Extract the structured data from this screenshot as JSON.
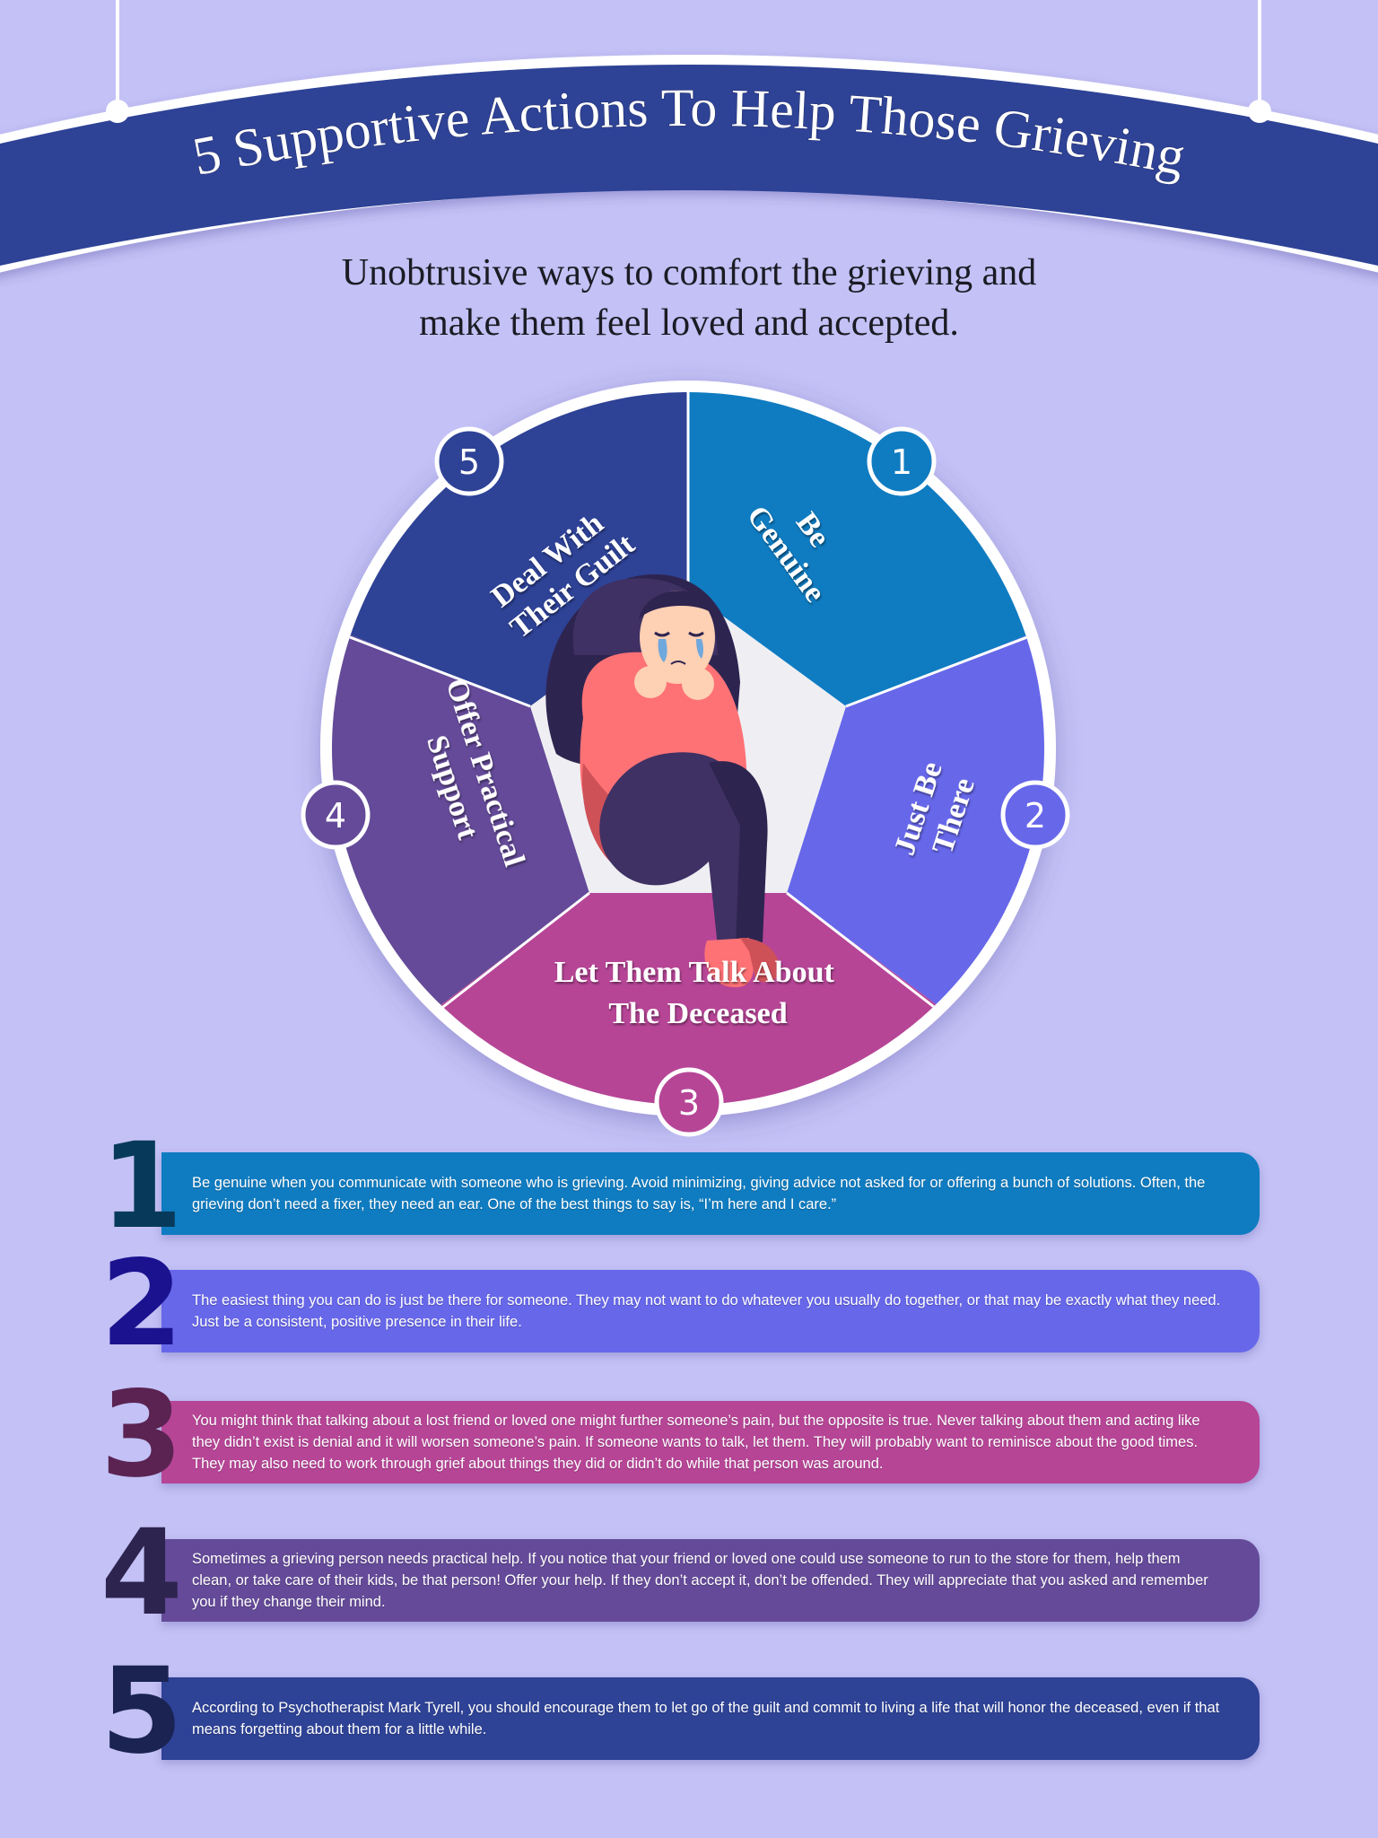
{
  "header": {
    "title": "5 Supportive Actions To Help Those Grieving",
    "subtitle_lines": [
      "Unobtrusive ways to comfort the grieving and",
      "make them feel loved and accepted."
    ]
  },
  "colors": {
    "background": "#c3c1f5",
    "banner": "#2e4296",
    "segment_1": "#0f7cc1",
    "segment_2": "#6767ea",
    "segment_3": "#b64596",
    "segment_4": "#644a98",
    "segment_5": "#2e4296",
    "center": "#efeff3",
    "num_1": "#073a5a",
    "num_2": "#1a128f",
    "num_3": "#5a2352",
    "num_4": "#2d2450",
    "num_5": "#1a2352"
  },
  "wheel": {
    "illustration": "crying-girl-hugging-knees",
    "segments": [
      {
        "number": "1",
        "line1": "Be",
        "line2": "Genuine"
      },
      {
        "number": "2",
        "line1": "Just Be",
        "line2": "There"
      },
      {
        "number": "3",
        "line1": "Let Them Talk About",
        "line2": "The Deceased"
      },
      {
        "number": "4",
        "line1": "Offer Practical",
        "line2": "Support"
      },
      {
        "number": "5",
        "line1": "Deal With",
        "line2": "Their Guilt"
      }
    ]
  },
  "items": [
    {
      "number": "1",
      "text": "Be genuine when you communicate with someone who is grieving. Avoid minimizing, giving advice not asked for or offering a bunch of solutions. Often, the grieving don’t need a fixer, they need an ear. One of the best things to say is, “I’m here and I care.”"
    },
    {
      "number": "2",
      "text": "The easiest thing you can do is just be there for someone. They may not want to do whatever you usually do together, or that may be exactly what they need. Just be a consistent, positive presence in their life."
    },
    {
      "number": "3",
      "text": "You might think that talking about a lost friend or loved one might further someone’s pain, but the opposite is true. Never talking about them and acting like they didn’t exist is denial and it will worsen someone’s pain. If someone wants to talk, let them. They will probably want to reminisce about the good times. They may also need to work through grief about things they did or didn’t do while that person was around."
    },
    {
      "number": "4",
      "text": "Sometimes a grieving person needs practical help. If you notice that your friend or loved one could use someone to run to the store for them, help them clean, or take care of their kids, be that person! Offer your help. If they don’t accept it, don’t be offended. They will appreciate that you asked and remember you if they change their mind."
    },
    {
      "number": "5",
      "text": "According to Psychotherapist Mark Tyrell, you should encourage them to let go of the guilt and commit to living a life that will honor the deceased, even if that means forgetting about them for a little while."
    }
  ]
}
